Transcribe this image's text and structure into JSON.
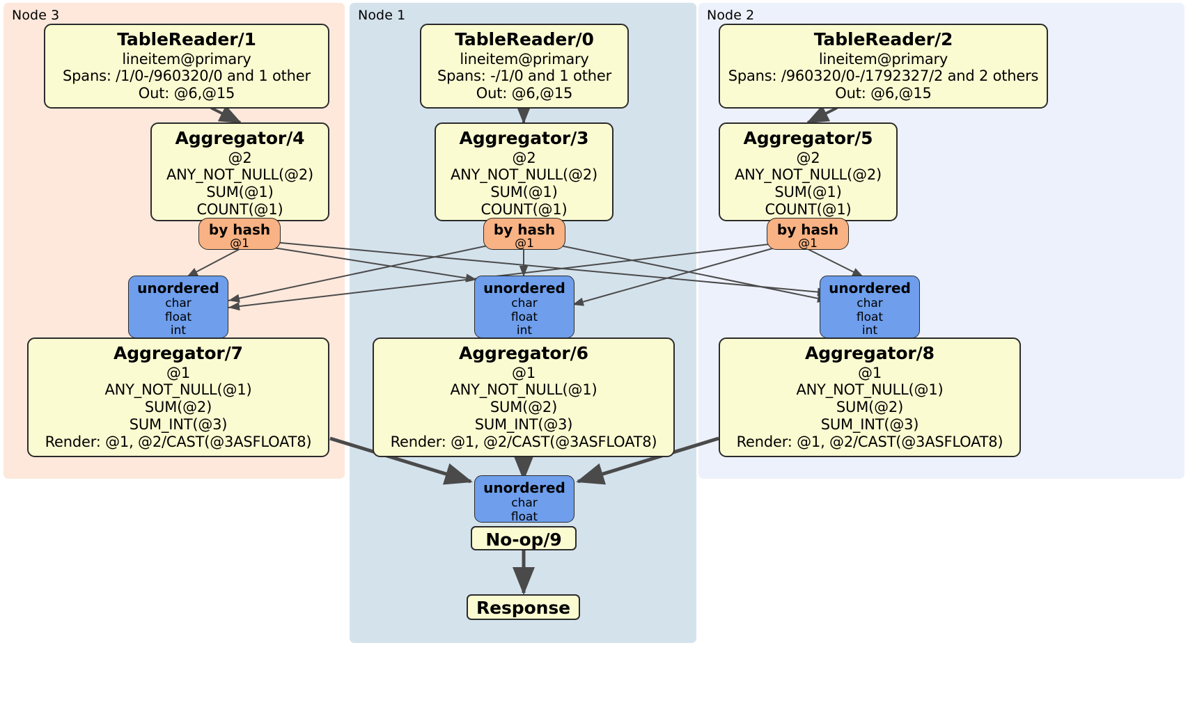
{
  "diagram": {
    "type": "distributed-query-plan",
    "colors": {
      "node3_panel": "#fde8db",
      "node1_panel": "#d4e2ec",
      "node2_panel": "#edf1fb",
      "processor_box": "#fbfbd2",
      "router_box": "#f8b283",
      "synchronizer_box": "#6e9eec",
      "edge": "#4a4a4a",
      "border": "#2b2b2b"
    }
  },
  "panels": [
    {
      "id": "node3",
      "label": "Node 3"
    },
    {
      "id": "node1",
      "label": "Node 1"
    },
    {
      "id": "node2",
      "label": "Node 2"
    }
  ],
  "processors": {
    "table_reader_1": {
      "title": "TableReader/1",
      "lines": [
        "lineitem@primary",
        "Spans: /1/0-/960320/0 and 1 other",
        "Out: @6,@15"
      ]
    },
    "table_reader_0": {
      "title": "TableReader/0",
      "lines": [
        "lineitem@primary",
        "Spans: -/1/0 and 1 other",
        "Out: @6,@15"
      ]
    },
    "table_reader_2": {
      "title": "TableReader/2",
      "lines": [
        "lineitem@primary",
        "Spans: /960320/0-/1792327/2 and 2 others",
        "Out: @6,@15"
      ]
    },
    "aggregator_4": {
      "title": "Aggregator/4",
      "lines": [
        "@2",
        "ANY_NOT_NULL(@2)",
        "SUM(@1)",
        "COUNT(@1)"
      ]
    },
    "aggregator_3": {
      "title": "Aggregator/3",
      "lines": [
        "@2",
        "ANY_NOT_NULL(@2)",
        "SUM(@1)",
        "COUNT(@1)"
      ]
    },
    "aggregator_5": {
      "title": "Aggregator/5",
      "lines": [
        "@2",
        "ANY_NOT_NULL(@2)",
        "SUM(@1)",
        "COUNT(@1)"
      ]
    },
    "aggregator_7": {
      "title": "Aggregator/7",
      "lines": [
        "@1",
        "ANY_NOT_NULL(@1)",
        "SUM(@2)",
        "SUM_INT(@3)",
        "Render: @1, @2/CAST(@3ASFLOAT8)"
      ]
    },
    "aggregator_6": {
      "title": "Aggregator/6",
      "lines": [
        "@1",
        "ANY_NOT_NULL(@1)",
        "SUM(@2)",
        "SUM_INT(@3)",
        "Render: @1, @2/CAST(@3ASFLOAT8)"
      ]
    },
    "aggregator_8": {
      "title": "Aggregator/8",
      "lines": [
        "@1",
        "ANY_NOT_NULL(@1)",
        "SUM(@2)",
        "SUM_INT(@3)",
        "Render: @1, @2/CAST(@3ASFLOAT8)"
      ]
    },
    "noop_9": {
      "title": "No-op/9",
      "lines": []
    },
    "response": {
      "title": "Response",
      "lines": []
    }
  },
  "routers": {
    "by_hash_left": {
      "title": "by hash",
      "lines": [
        "@1"
      ]
    },
    "by_hash_middle": {
      "title": "by hash",
      "lines": [
        "@1"
      ]
    },
    "by_hash_right": {
      "title": "by hash",
      "lines": [
        "@1"
      ]
    }
  },
  "synchronizers": {
    "unordered_left": {
      "title": "unordered",
      "lines": [
        "char",
        "float",
        "int"
      ]
    },
    "unordered_middle": {
      "title": "unordered",
      "lines": [
        "char",
        "float",
        "int"
      ]
    },
    "unordered_right": {
      "title": "unordered",
      "lines": [
        "char",
        "float",
        "int"
      ]
    },
    "unordered_final": {
      "title": "unordered",
      "lines": [
        "char",
        "float"
      ]
    }
  }
}
